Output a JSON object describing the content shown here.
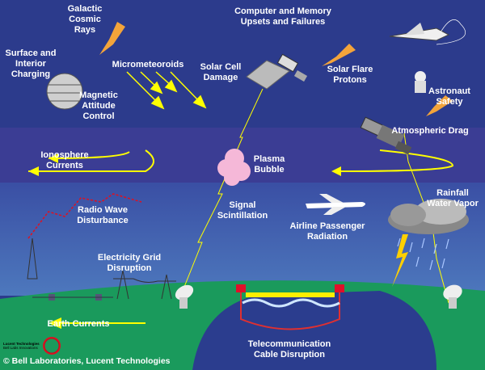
{
  "labels": {
    "galactic_cosmic_rays": [
      "Galactic",
      "Cosmic",
      "Rays"
    ],
    "surface_interior_charging": [
      "Surface and",
      "Interior",
      "Charging"
    ],
    "micrometeoroids": "Micrometeoroids",
    "magnetic_attitude_control": [
      "Magnetic",
      "Attitude",
      "Control"
    ],
    "computer_memory": [
      "Computer and Memory",
      "Upsets and Failures"
    ],
    "solar_cell_damage": [
      "Solar Cell",
      "Damage"
    ],
    "solar_flare_protons": [
      "Solar Flare",
      "Protons"
    ],
    "astronaut_safety": [
      "Astronaut",
      "Safety"
    ],
    "atmospheric_drag": "Atmospheric Drag",
    "ionosphere_currents": [
      "Ionosphere",
      "Currents"
    ],
    "plasma_bubble": [
      "Plasma",
      "Bubble"
    ],
    "rainfall_water_vapor": [
      "Rainfall",
      "Water Vapor"
    ],
    "radio_wave_disturbance": [
      "Radio Wave",
      "Disturbance"
    ],
    "signal_scintillation": [
      "Signal",
      "Scintillation"
    ],
    "airline_passenger_radiation": [
      "Airline Passenger",
      "Radiation"
    ],
    "electricity_grid_disruption": [
      "Electricity Grid",
      "Disruption"
    ],
    "earth_currents": "Earth Currents",
    "telecom_cable_disruption": [
      "Telecommunication",
      "Cable Disruption"
    ]
  },
  "copyright": "© Bell Laboratories, Lucent Technologies",
  "logo": {
    "name": "Lucent Technologies",
    "tagline": "Bell Labs Innovations"
  },
  "colors": {
    "space": "#2c3b8c",
    "ionosphere": "#3b3d94",
    "atmosphere": "#3f63b0",
    "ground": "#1a9a5c",
    "ocean": "#2b3d8e",
    "arrow": "#ffff00",
    "particle": "#f4a43a"
  }
}
